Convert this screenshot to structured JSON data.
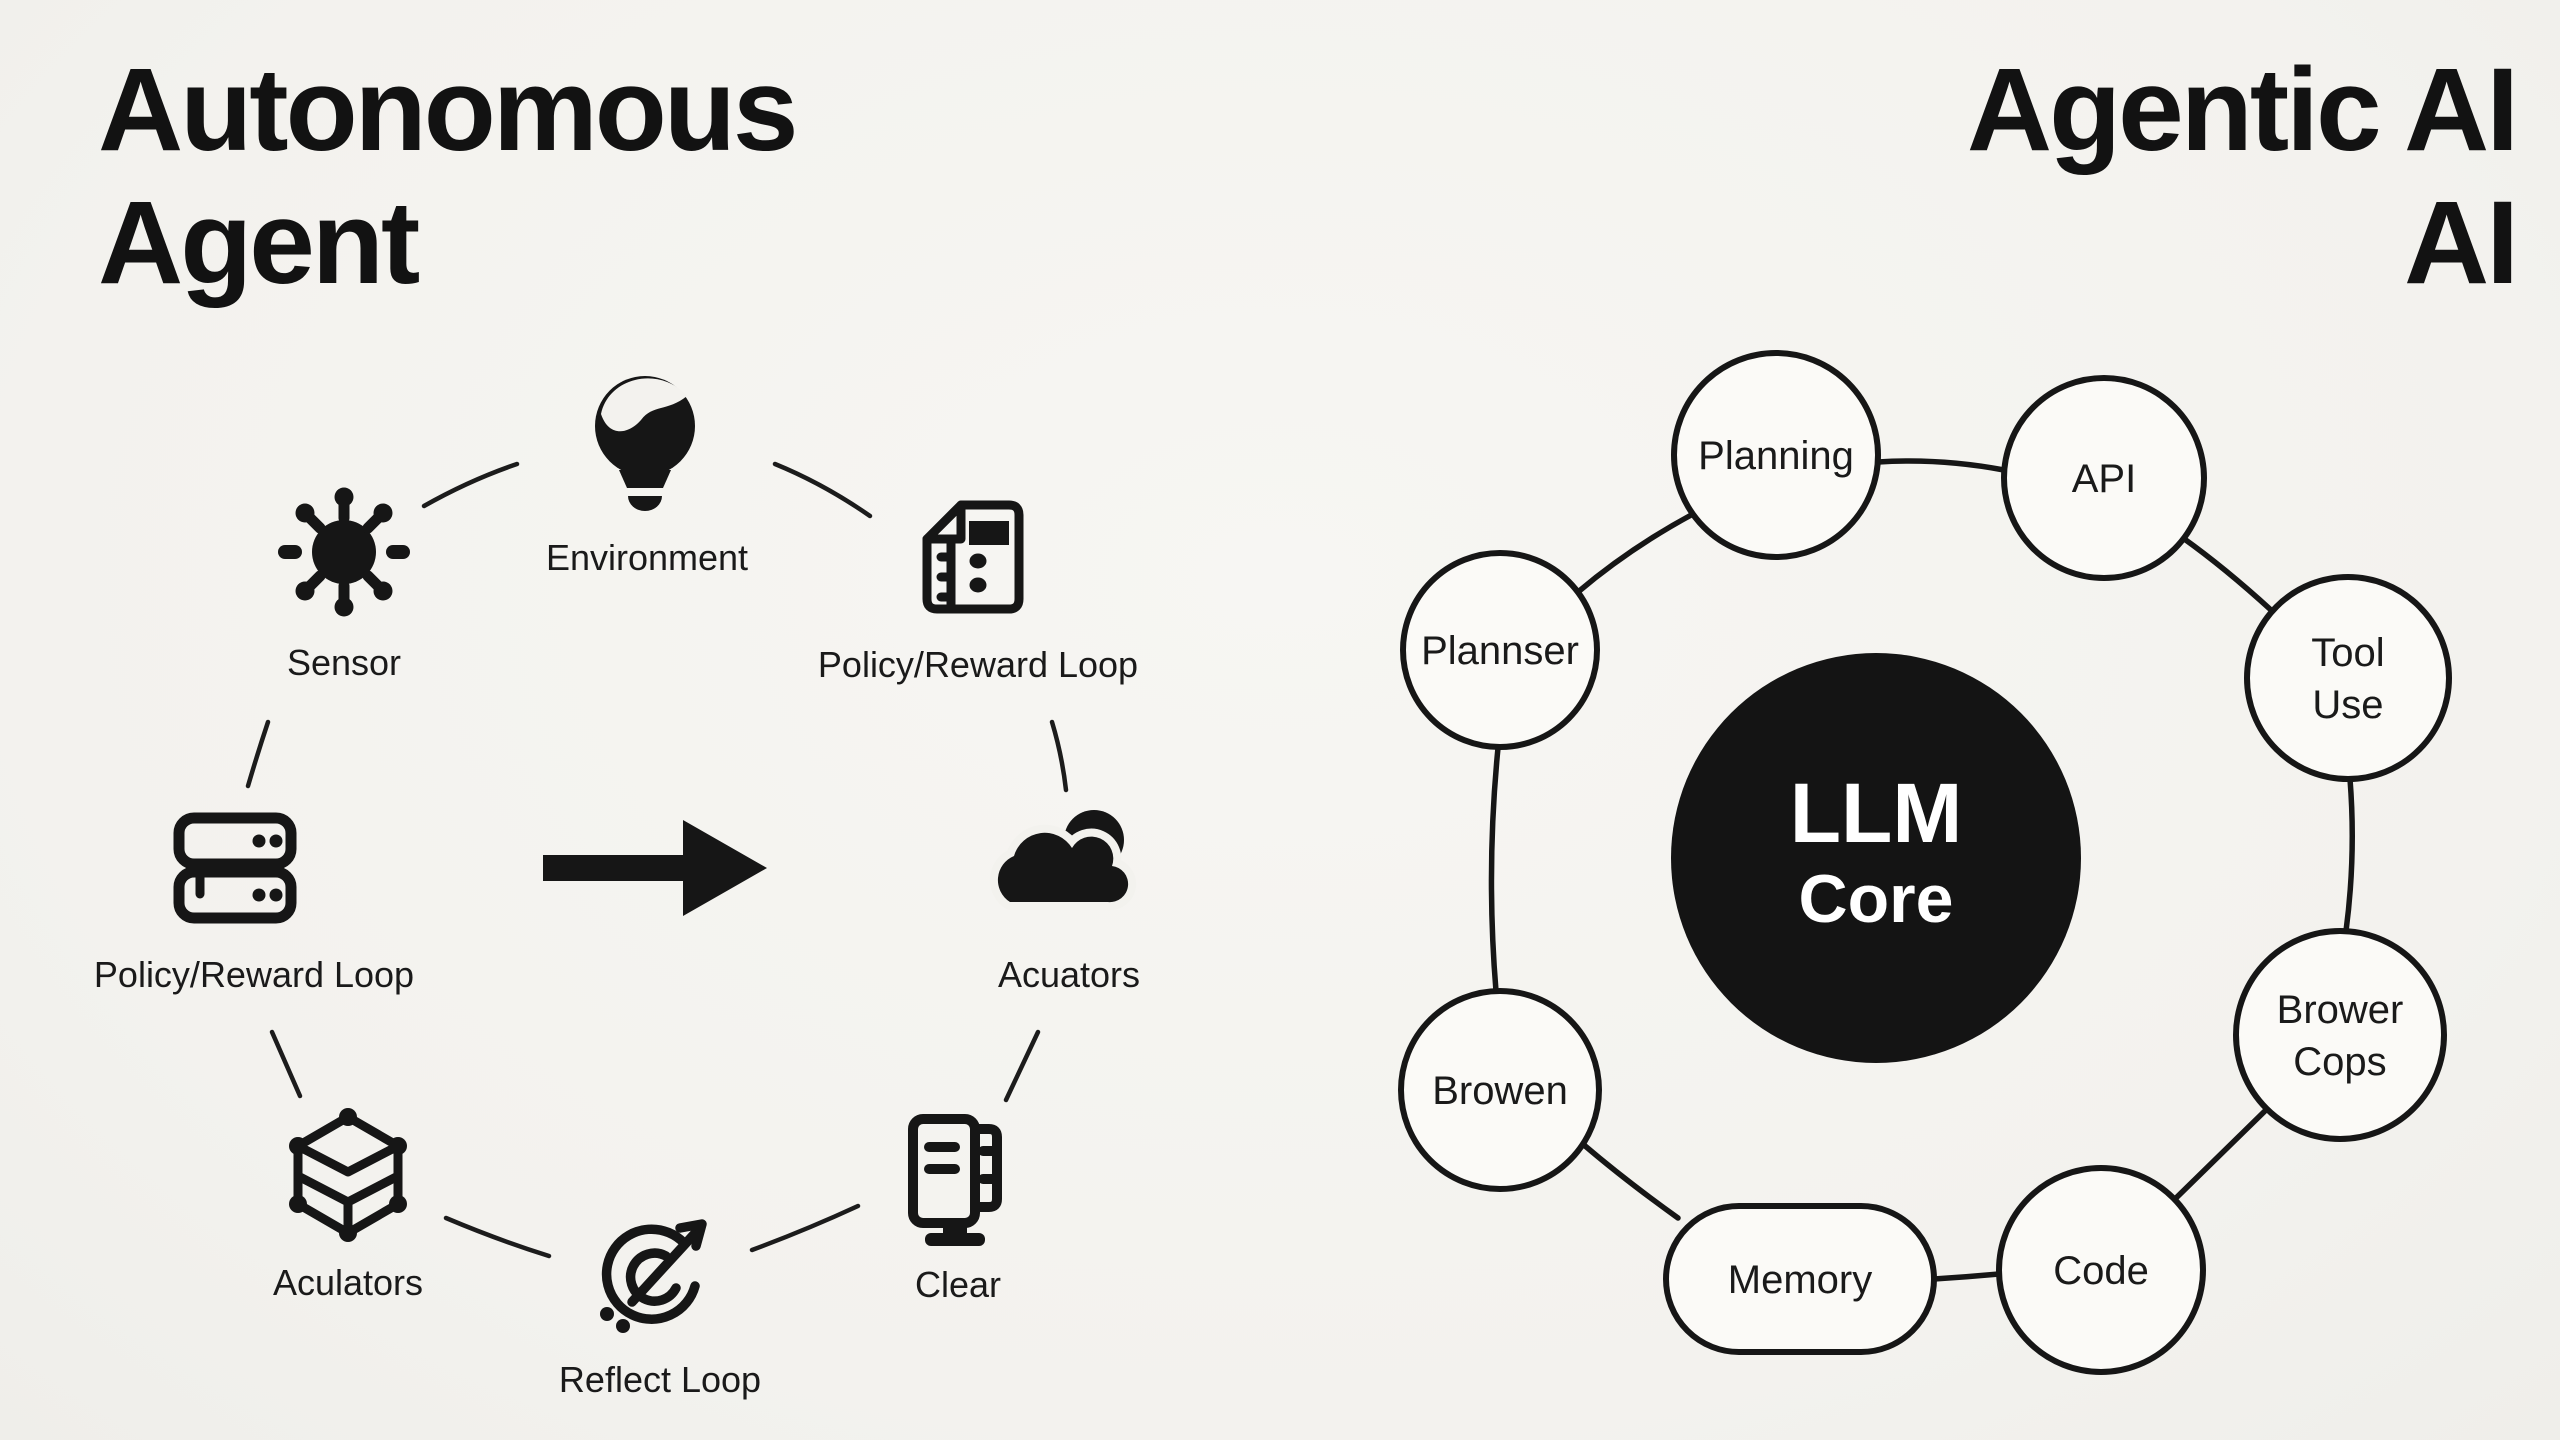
{
  "colors": {
    "background": "#f3f2ee",
    "ink": "#161616",
    "node_fill": "#fbfaf7",
    "core_fill": "#141414",
    "core_text": "#ffffff"
  },
  "left": {
    "title": {
      "line1": "Autonomous",
      "line2": "Agent"
    },
    "flow_icon": "arrow-right",
    "nodes": [
      {
        "label": "Environment",
        "icon": "lightbulb-icon"
      },
      {
        "label": "Sensor",
        "icon": "sensor-sun-icon"
      },
      {
        "label": "Policy/Reward Loop",
        "icon": "notebook-icon"
      },
      {
        "label": "Policy/Reward Loop",
        "icon": "server-stack-icon"
      },
      {
        "label": "Acuators",
        "icon": "cloud-icon"
      },
      {
        "label": "Aculators",
        "icon": "cube-network-icon"
      },
      {
        "label": "Reflect Loop",
        "icon": "target-arrow-icon"
      },
      {
        "label": "Clear",
        "icon": "server-tower-icon"
      }
    ]
  },
  "right": {
    "title": {
      "line1": "Agentic AI",
      "line2": "AI"
    },
    "core": {
      "line1": "LLM",
      "line2": "Core"
    },
    "nodes": [
      {
        "lines": [
          "Planning"
        ],
        "shape": "circle"
      },
      {
        "lines": [
          "API"
        ],
        "shape": "circle"
      },
      {
        "lines": [
          "Plannser"
        ],
        "shape": "circle"
      },
      {
        "lines": [
          "Tool",
          "Use"
        ],
        "shape": "circle"
      },
      {
        "lines": [
          "Brower",
          "Cops"
        ],
        "shape": "circle"
      },
      {
        "lines": [
          "Browen"
        ],
        "shape": "circle"
      },
      {
        "lines": [
          "Memory"
        ],
        "shape": "pill"
      },
      {
        "lines": [
          "Code"
        ],
        "shape": "circle"
      }
    ]
  }
}
